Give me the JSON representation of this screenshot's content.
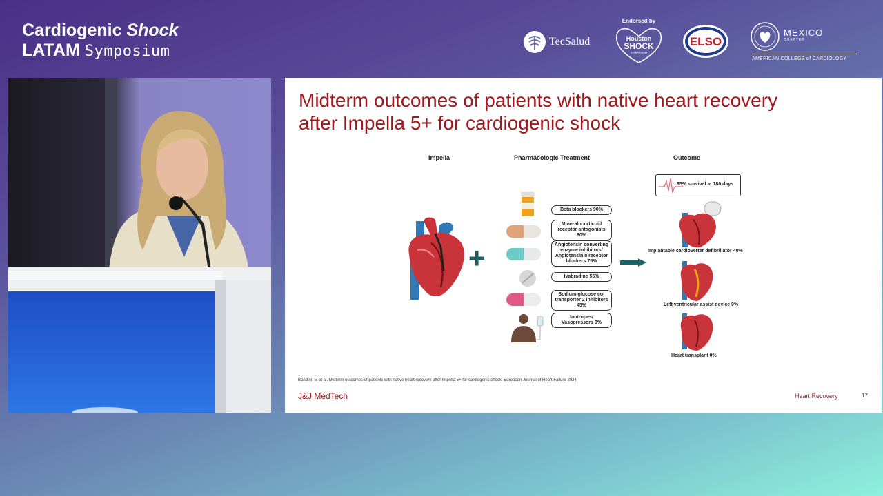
{
  "event": {
    "line1_a": "Cardiogenic",
    "line1_b": "Shock",
    "line2_a": "LATAM",
    "line2_b": "Symposium"
  },
  "sponsors": {
    "tecsalud": "TecSalud",
    "houston_endorsed": "Endorsed by",
    "houston_line1": "Houston",
    "houston_line2": "SHOCK",
    "houston_line3": "SYMPOSIUM",
    "elso": "ELSO",
    "acc_mexico": "MEXICO",
    "acc_chapter": "CHAPTER",
    "acc_college": "AMERICAN COLLEGE of CARDIOLOGY"
  },
  "slide": {
    "title": "Midterm outcomes of patients with native heart recovery after Impella 5+ for cardiogenic shock",
    "col_impella": "Impella",
    "col_pharma": "Pharmacologic Treatment",
    "col_outcome": "Outcome",
    "plus": "+",
    "treatments": [
      "Beta blockers 90%",
      "Mineralocorticoid receptor antagonists 80%",
      "Angiotensin converting enzyme inhibitors/ Angiotensin II receptor blockers 75%",
      "Ivabradine 55%",
      "Sodium-glucose co-transporter 2 inhibitors  45%",
      "Inotropes/ Vasopressors  0%"
    ],
    "survival": "95% survival at 180 days",
    "outcomes": [
      "Implantable cardioverter defibrillator 40%",
      "Left ventricular assist device 0%",
      "Heart transplant 0%"
    ],
    "citation": "Bandini, M et al. Midterm outcomes of patients with native heart recovery after Impella 5+ for cardiogenic shock. European Journal of Heart Failure 2024",
    "brand": "J&J MedTech",
    "section": "Heart Recovery",
    "page": "17"
  },
  "colors": {
    "title_red": "#a0171c",
    "heart_red": "#c9343b",
    "vessel_blue": "#2f79b9",
    "arrow_teal": "#1f5f66"
  }
}
